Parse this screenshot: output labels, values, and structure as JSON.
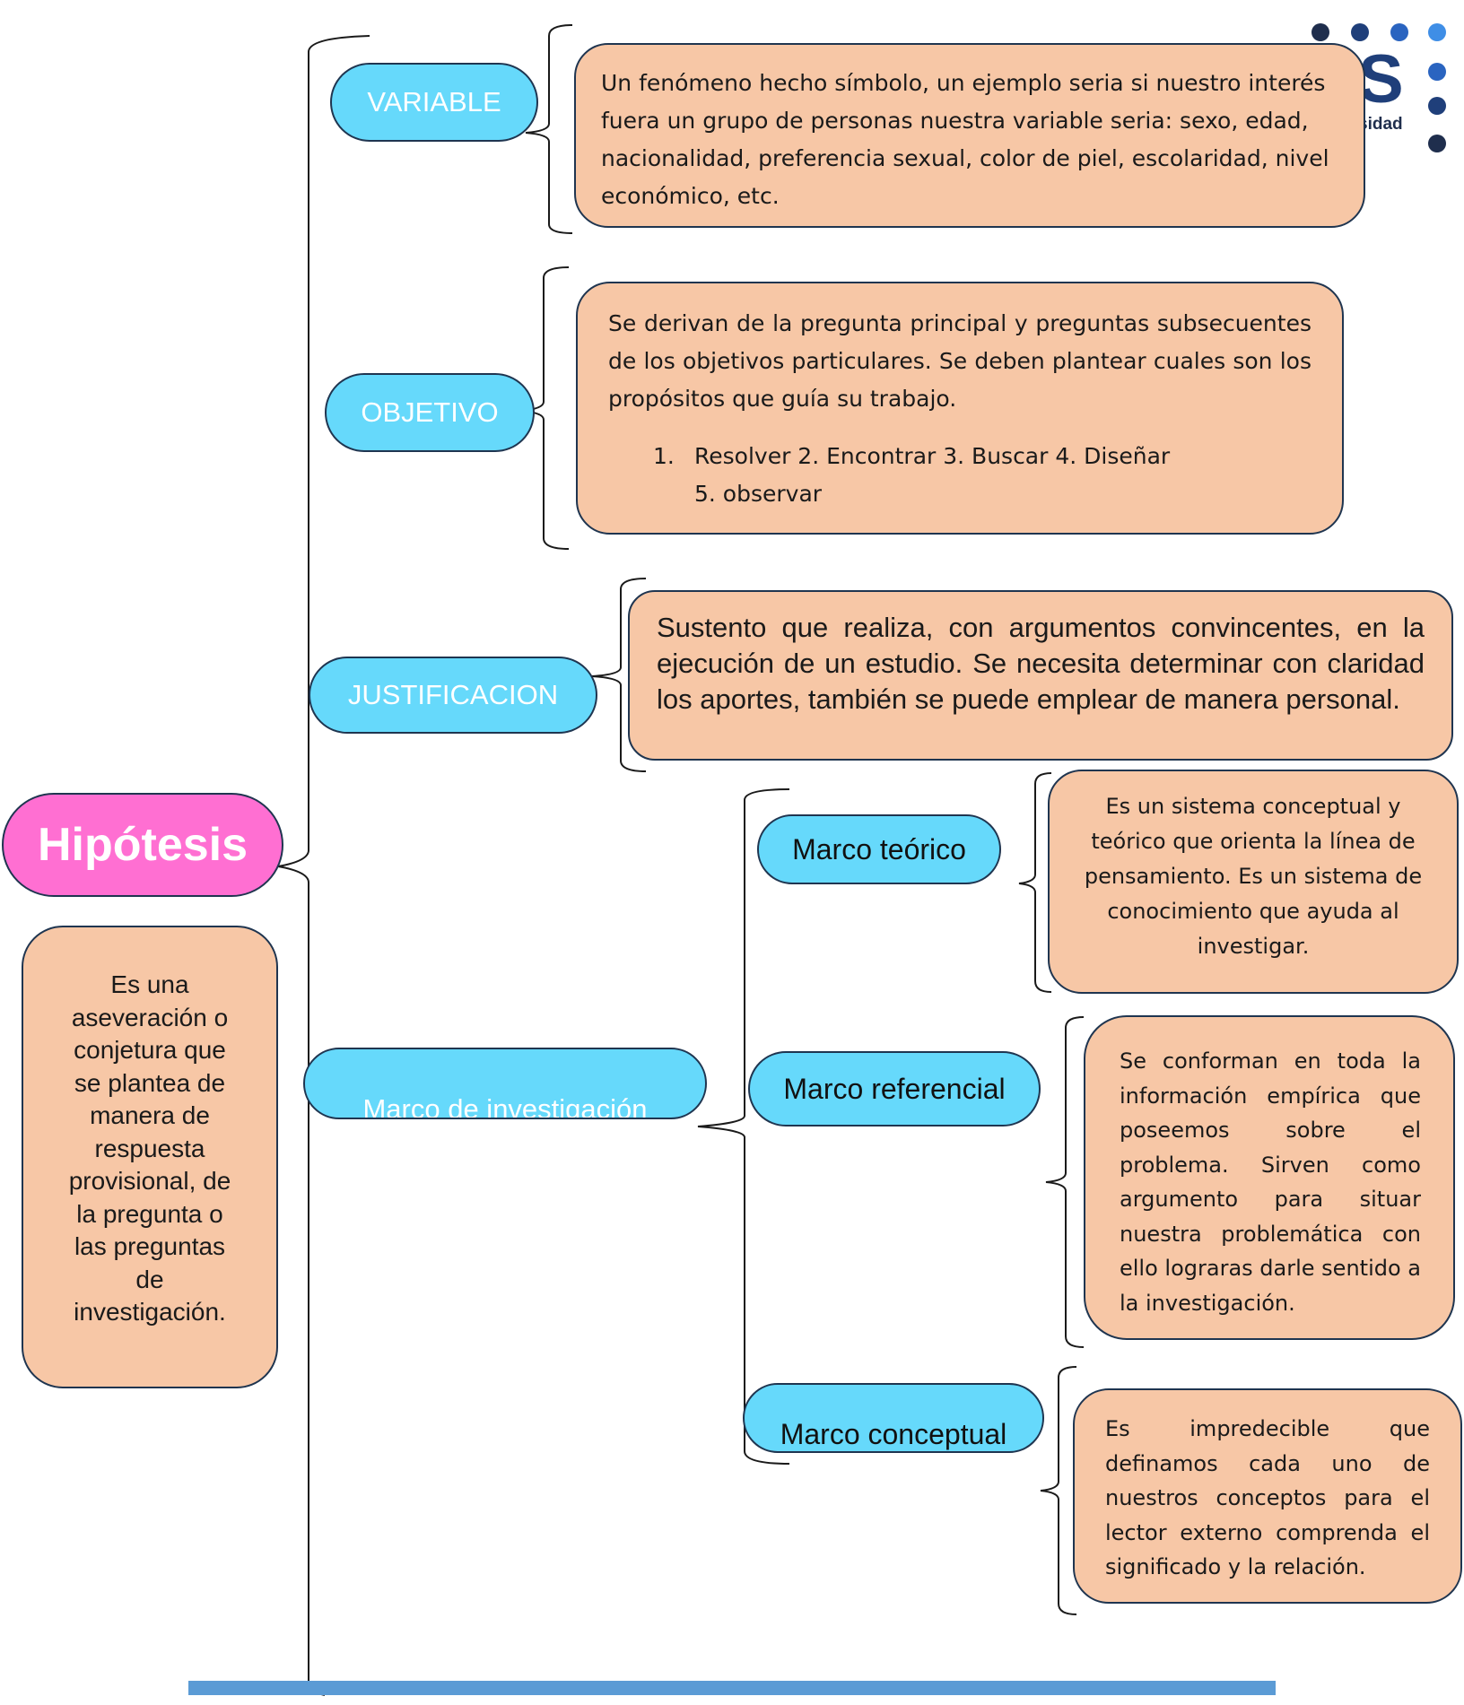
{
  "main": {
    "title": "Hipótesis",
    "definition": "Es una aseveración o conjetura que se plantea de manera de respuesta provisional, de la pregunta o las preguntas de investigación."
  },
  "branches": {
    "variable": {
      "label": "VARIABLE",
      "description": "Un fenómeno hecho símbolo, un ejemplo seria si nuestro interés fuera un grupo de personas nuestra variable seria: sexo, edad, nacionalidad, preferencia sexual, color de piel, escolaridad, nivel económico, etc."
    },
    "objetivo": {
      "label": "OBJETIVO",
      "description": "Se derivan de la pregunta principal y preguntas subsecuentes de los objetivos particulares. Se deben plantear cuales son los propósitos que guía su trabajo.",
      "list_number": "1.",
      "list_line1": "Resolver 2. Encontrar 3. Buscar 4. Diseñar",
      "list_line2": "5. observar"
    },
    "justificacion": {
      "label": "JUSTIFICACION",
      "description": "Sustento que realiza, con argumentos convincentes, en la ejecución de un estudio. Se necesita determinar con claridad los aportes, también se puede emplear de manera personal."
    },
    "marco_investigacion": {
      "label": "Marco de investigación",
      "children": {
        "teorico": {
          "label": "Marco teórico",
          "description": "Es un sistema conceptual y teórico que orienta la línea de pensamiento. Es un sistema de conocimiento que ayuda al investigar."
        },
        "referencial": {
          "label": "Marco referencial",
          "description": "Se conforman en toda la información empírica que poseemos sobre el problema. Sirven como argumento para situar nuestra problemática con ello lograras darle sentido a la investigación."
        },
        "conceptual": {
          "label": "Marco conceptual",
          "description": "Es impredecible que definamos cada uno de nuestros conceptos para el lector externo comprenda el significado y la relación."
        }
      }
    }
  },
  "logo": {
    "letters": "S",
    "fragment": "sidad"
  },
  "colors": {
    "pill": "#66d9fb",
    "box": "#f7c7a6",
    "main": "#ff6fd2",
    "border": "#1f3550",
    "footer_bar": "#5b9bd5"
  }
}
